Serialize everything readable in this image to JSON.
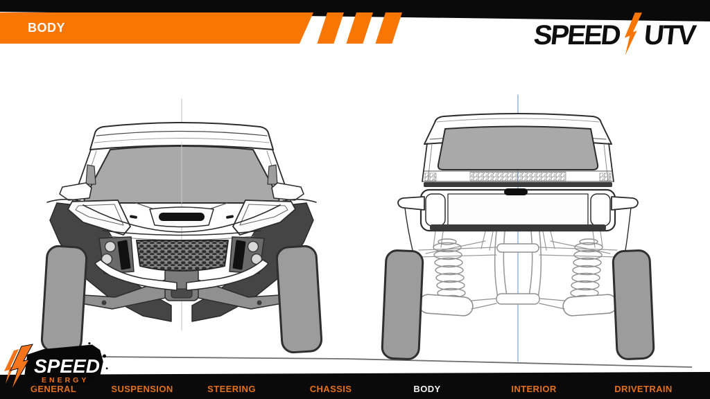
{
  "header": {
    "title": "BODY",
    "stripe_count": 3,
    "brand": {
      "word_left": "SPEED",
      "word_right": "UTV",
      "bolt_icon": "lightning-bolt"
    }
  },
  "figures": [
    {
      "id": "front-view",
      "type": "line-drawing",
      "subject": "UTV front elevation sketch"
    },
    {
      "id": "rear-view",
      "type": "line-drawing",
      "subject": "UTV rear elevation sketch"
    }
  ],
  "footer": {
    "logo": {
      "word": "SPEED",
      "subword": "ENERGY",
      "bolt_icon": "lightning-bolt"
    },
    "items": [
      {
        "label": "GENERAL",
        "active": false
      },
      {
        "label": "SUSPENSION",
        "active": false
      },
      {
        "label": "STEERING",
        "active": false
      },
      {
        "label": "CHASSIS",
        "active": false
      },
      {
        "label": "BODY",
        "active": true
      },
      {
        "label": "INTERIOR",
        "active": false
      },
      {
        "label": "DRIVETRAIN",
        "active": false
      }
    ]
  },
  "colors": {
    "accent_orange": "#f87604",
    "nav_orange": "#e2701c",
    "bar_black": "#0a0a0a",
    "glass_gray": "#a9a9a9",
    "wheel_gray": "#9c9c9c",
    "panel_dark": "#454545",
    "centerline_blue": "#7aa3d6"
  }
}
